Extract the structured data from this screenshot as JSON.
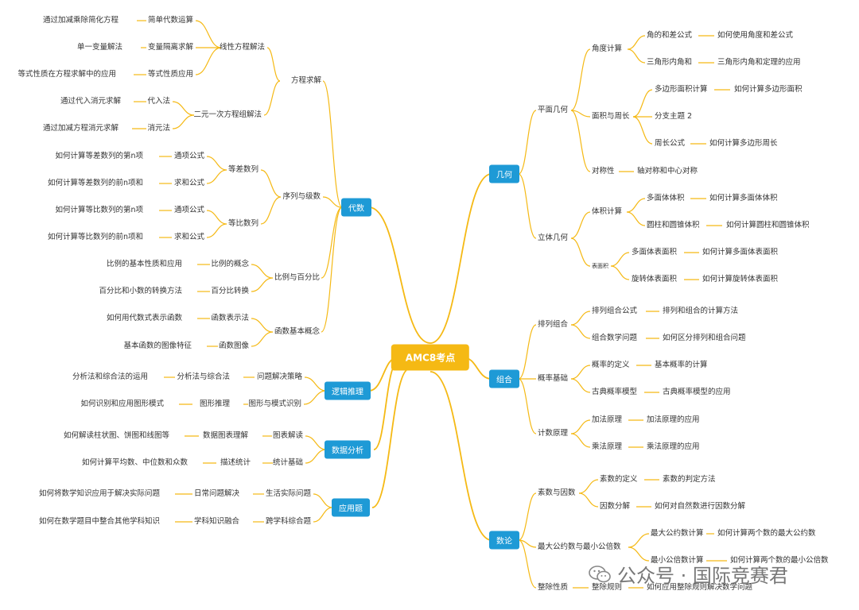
{
  "root": "AMC8考点",
  "watermark": "公众号 · 国际竞赛君",
  "branch_color": "#f5b914",
  "box_color": "#1e9ad6",
  "left": {
    "algebra": "代数",
    "equation_solving": "方程求解",
    "linear_equation_solving": "线性方程解法",
    "simple_algebra": "简单代数运算",
    "simple_algebra_desc": "通过加减乘除简化方程",
    "var_isolation": "变量隔离求解",
    "var_isolation_desc": "单一变量解法",
    "eq_property": "等式性质应用",
    "eq_property_desc": "等式性质在方程求解中的应用",
    "system_two": "二元一次方程组解法",
    "substitution": "代入法",
    "substitution_desc": "通过代入消元求解",
    "elimination": "消元法",
    "elimination_desc": "通过加减方程消元求解",
    "sequences": "序列与级数",
    "arithmetic": "等差数列",
    "geometric": "等比数列",
    "general_term": "通项公式",
    "sum_formula": "求和公式",
    "arith_nth": "如何计算等差数列的第n项",
    "arith_sum": "如何计算等差数列的前n项和",
    "geo_nth": "如何计算等比数列的第n项",
    "geo_sum": "如何计算等比数列的前n项和",
    "ratio_percent": "比例与百分比",
    "ratio_concept": "比例的概念",
    "ratio_concept_desc": "比例的基本性质和应用",
    "percent_convert": "百分比转换",
    "percent_convert_desc": "百分比和小数的转换方法",
    "function_basics": "函数基本概念",
    "function_repr": "函数表示法",
    "function_repr_desc": "如何用代数式表示函数",
    "function_graph": "函数图像",
    "function_graph_desc": "基本函数的图像特征",
    "logic": "逻辑推理",
    "problem_strategy": "问题解决策略",
    "analysis_synthesis": "分析法与综合法",
    "analysis_synthesis_desc": "分析法和综合法的运用",
    "pattern_recognition": "图形与模式识别",
    "figure_reasoning": "图形推理",
    "figure_reasoning_desc": "如何识别和应用图形模式",
    "data_analysis": "数据分析",
    "chart_reading": "图表解读",
    "chart_data_reading": "数据图表理解",
    "chart_data_reading_desc": "如何解读柱状图、饼图和线图等",
    "stat_basics": "统计基础",
    "descriptive_stat": "描述统计",
    "descriptive_stat_desc": "如何计算平均数、中位数和众数",
    "applications": "应用题",
    "real_life": "生活实际问题",
    "daily_problem": "日常问题解决",
    "daily_problem_desc": "如何将数学知识应用于解决实际问题",
    "cross_subject": "跨学科综合题",
    "subject_fusion": "学科知识融合",
    "subject_fusion_desc": "如何在数学题目中整合其他学科知识"
  },
  "right": {
    "geometry": "几何",
    "plane_geometry": "平面几何",
    "angle_calc": "角度计算",
    "angle_sum_diff": "角的和差公式",
    "angle_sum_diff_desc": "如何使用角度和差公式",
    "triangle_angle": "三角形内角和",
    "triangle_angle_desc": "三角形内角和定理的应用",
    "area_perimeter": "面积与周长",
    "polygon_area": "多边形面积计算",
    "polygon_area_desc": "如何计算多边形面积",
    "sub_topic": "分支主题 2",
    "perimeter_formula": "周长公式",
    "perimeter_formula_desc": "如何计算多边形周长",
    "symmetry": "对称性",
    "symmetry_desc": "轴对称和中心对称",
    "solid_geometry": "立体几何",
    "volume_calc": "体积计算",
    "polyhedron_volume": "多面体体积",
    "polyhedron_volume_desc": "如何计算多面体体积",
    "cyl_cone_volume": "圆柱和圆锥体积",
    "cyl_cone_volume_desc": "如何计算圆柱和圆锥体积",
    "surface_area": "表面积",
    "polyhedron_surface": "多面体表面积",
    "polyhedron_surface_desc": "如何计算多面体表面积",
    "rotation_surface": "旋转体表面积",
    "rotation_surface_desc": "如何计算旋转体表面积",
    "combinatorics": "组合",
    "perm_comb": "排列组合",
    "perm_comb_formula": "排列组合公式",
    "perm_comb_formula_desc": "排列和组合的计算方法",
    "comb_problem": "组合数学问题",
    "comb_problem_desc": "如何区分排列和组合问题",
    "probability": "概率基础",
    "prob_def": "概率的定义",
    "prob_def_desc": "基本概率的计算",
    "classical_prob": "古典概率模型",
    "classical_prob_desc": "古典概率模型的应用",
    "counting": "计数原理",
    "addition_principle": "加法原理",
    "addition_principle_desc": "加法原理的应用",
    "multiplication_principle": "乘法原理",
    "multiplication_principle_desc": "乘法原理的应用",
    "number_theory": "数论",
    "primes_factors": "素数与因数",
    "prime_def": "素数的定义",
    "prime_def_desc": "素数的判定方法",
    "factorization": "因数分解",
    "factorization_desc": "如何对自然数进行因数分解",
    "gcd_lcm": "最大公约数与最小公倍数",
    "gcd_calc": "最大公约数计算",
    "gcd_calc_desc": "如何计算两个数的最大公约数",
    "lcm_calc": "最小公倍数计算",
    "lcm_calc_desc": "如何计算两个数的最小公倍数",
    "divisibility": "整除性质",
    "divisibility_rules": "整除规则",
    "divisibility_rules_desc": "如何应用整除规则解决数学问题"
  }
}
